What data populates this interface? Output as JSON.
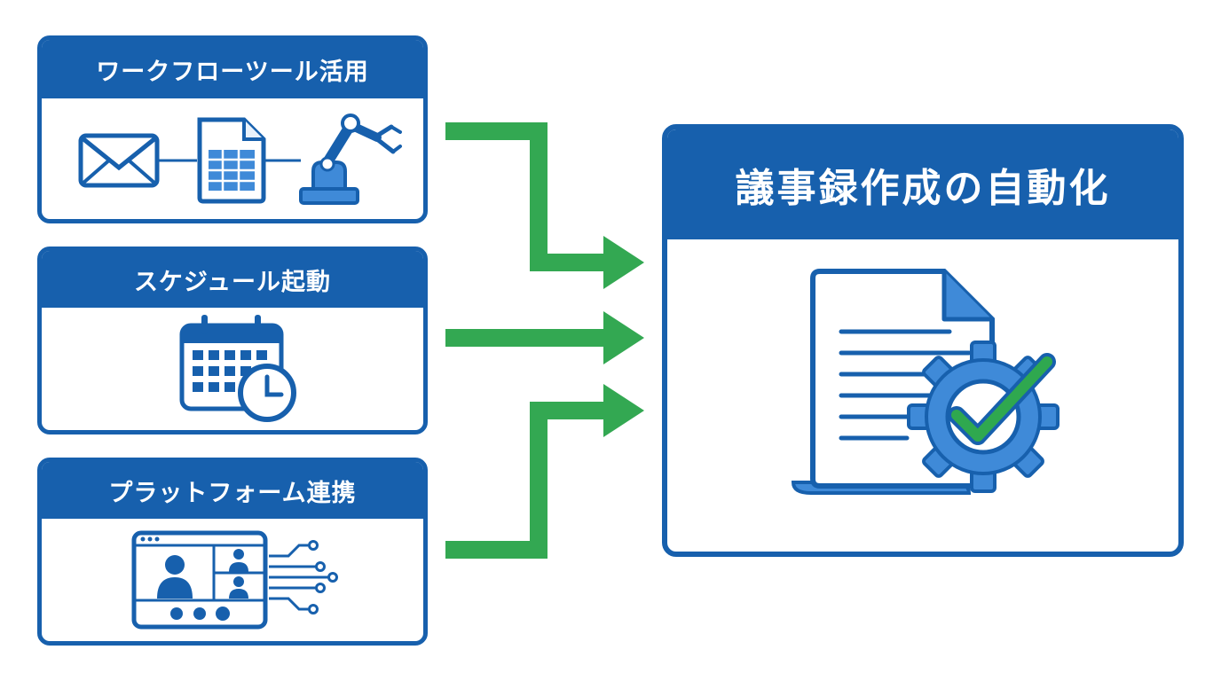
{
  "sources": [
    {
      "title": "ワークフローツール活用",
      "icons": [
        "mail-icon",
        "spreadsheet-icon",
        "robot-arm-icon"
      ]
    },
    {
      "title": "スケジュール起動",
      "icons": [
        "calendar-clock-icon"
      ]
    },
    {
      "title": "プラットフォーム連携",
      "icons": [
        "video-conference-icon",
        "circuit-connector-icon"
      ]
    }
  ],
  "target": {
    "title": "議事録作成の自動化",
    "icons": [
      "document-icon",
      "gear-icon",
      "checkmark-icon"
    ]
  },
  "colors": {
    "primary_blue": "#1760ad",
    "light_blue": "#3f8ad8",
    "arrow_green": "#33a852",
    "check_green": "#2fa84f"
  }
}
